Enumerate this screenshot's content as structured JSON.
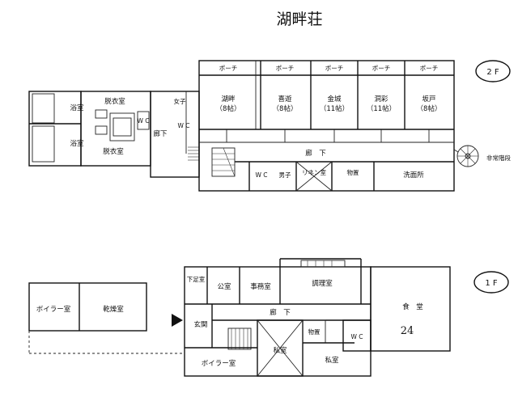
{
  "title": "湖畔荘",
  "floors": {
    "f2": {
      "badge": "2 F",
      "rooms": {
        "porch": "ポーチ",
        "bath1": "浴室",
        "bath2": "浴室",
        "dressing1": "脱衣室",
        "dressing2": "脱衣室",
        "wc_a": "W C",
        "wc_b": "W C",
        "wc_c": "W C",
        "stairs_hall": "廊下",
        "closet_side": "女子",
        "room1_name": "湖畔",
        "room1_size": "（8帖）",
        "room2_name": "喜遊",
        "room2_size": "（8帖）",
        "room3_name": "金城",
        "room3_size": "（11帖）",
        "room4_name": "洞彩",
        "room4_size": "（11帖）",
        "room5_name": "坂戸",
        "room5_size": "（8帖）",
        "corridor": "廊　下",
        "male": "男子",
        "linen": "リネン室",
        "storage": "物置",
        "washroom": "洗面所",
        "fire_escape": "非常階段"
      }
    },
    "f1": {
      "badge": "1 F",
      "rooms": {
        "boiler1": "ボイラー室",
        "drying": "乾燥室",
        "shoe": "下足室",
        "public": "公室",
        "office": "事務室",
        "kitchen": "調理室",
        "dining": "食　堂",
        "corridor": "廊　下",
        "entrance": "玄関",
        "storage": "物置",
        "wc": "W C",
        "private1": "私室",
        "private2": "私室",
        "boiler2": "ボイラー室",
        "handwritten": "24"
      }
    }
  }
}
